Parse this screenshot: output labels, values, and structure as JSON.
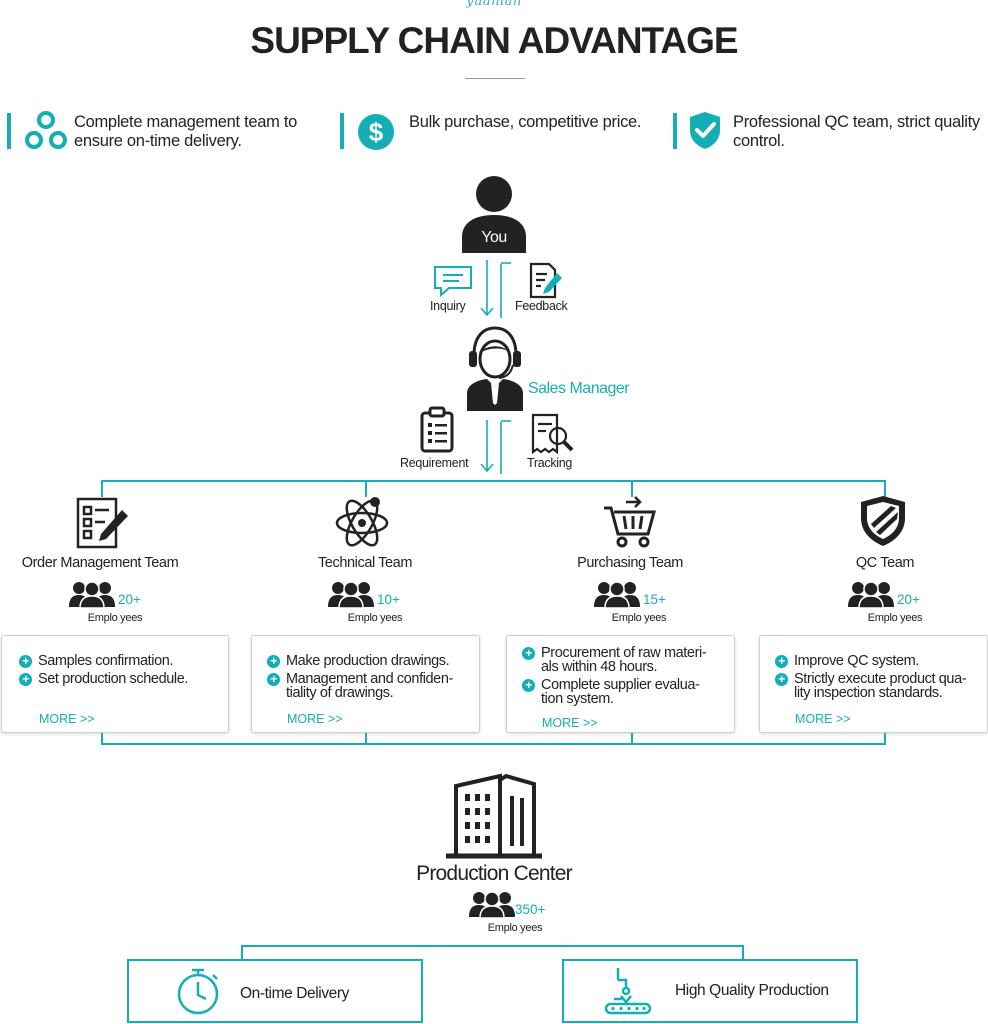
{
  "header": {
    "script_logo": "yuanian",
    "title": "SUPPLY CHAIN ADVANTAGE"
  },
  "features": [
    {
      "icon": "network-triangle-icon",
      "line1": "Complete management team to",
      "line2": "ensure on-time delivery."
    },
    {
      "icon": "dollar-coin-icon",
      "line1": "Bulk purchase, competitive price.",
      "line2": ""
    },
    {
      "icon": "shield-check-icon",
      "line1": "Professional QC team, strict quality",
      "line2": "control."
    }
  ],
  "you": {
    "label": "You"
  },
  "flow_top": {
    "left_label": "Inquiry",
    "right_label": "Feedback"
  },
  "sales_manager": {
    "label": "Sales Manager"
  },
  "flow_mid": {
    "left_label": "Requirement",
    "right_label": "Tracking"
  },
  "teams": [
    {
      "name": "Order Management Team",
      "count": "20+",
      "employees": "Emplo yees",
      "bullets": [
        [
          "Samples confirmation."
        ],
        [
          "Set production schedule."
        ]
      ],
      "more": "MORE >>"
    },
    {
      "name": "Technical Team",
      "count": "10+",
      "employees": "Emplo yees",
      "bullets": [
        [
          "Make production drawings."
        ],
        [
          "Management and confiden-",
          "tiality of drawings."
        ]
      ],
      "more": "MORE >>"
    },
    {
      "name": "Purchasing Team",
      "count": "15+",
      "employees": "Emplo yees",
      "bullets": [
        [
          "Procurement of raw materi-",
          "als within 48 hours."
        ],
        [
          "Complete supplier evalua-",
          "tion system."
        ]
      ],
      "more": "MORE >>"
    },
    {
      "name": "QC Team",
      "count": "20+",
      "employees": "Emplo yees",
      "bullets": [
        [
          "Improve QC system."
        ],
        [
          "Strictly execute product qua-",
          "lity inspection standards."
        ]
      ],
      "more": "MORE >>"
    }
  ],
  "production": {
    "title": "Production Center",
    "count": "350+",
    "employees": "Emplo yees"
  },
  "outcomes": [
    {
      "label": "On-time Delivery",
      "icon": "clock-icon"
    },
    {
      "label": "High Quality Production",
      "icon": "conveyor-robot-icon"
    }
  ],
  "colors": {
    "accent": "#15aeb6",
    "text": "#222222",
    "icon": "#1f1f1f"
  }
}
